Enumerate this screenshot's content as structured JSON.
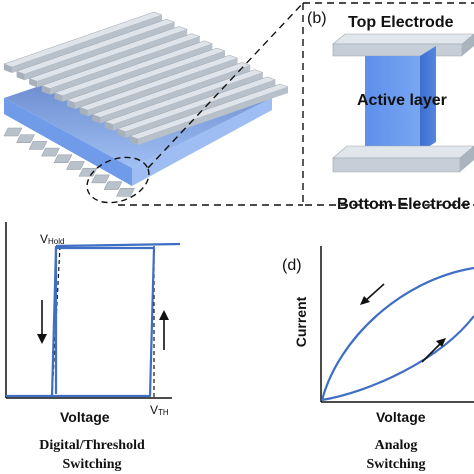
{
  "panel_b": {
    "label": "(b)",
    "top_electrode": "Top Electrode",
    "active_layer": "Active layer",
    "bottom_electrode": "Bottom Electrode"
  },
  "panel_c": {
    "v_hold_main": "V",
    "v_hold_sub": "Hold",
    "v_th_main": "V",
    "v_th_sub": "TH",
    "xlabel": "Voltage",
    "caption_line1": "Digital/Threshold",
    "caption_line2": "Switching"
  },
  "panel_d": {
    "label": "(d)",
    "ylabel": "Current",
    "xlabel": "Voltage",
    "caption_line1": "Analog",
    "caption_line2": "Switching"
  },
  "colors": {
    "curve": "#3f6fc4",
    "active_layer": "#5b8fe8",
    "electrode": "#c9d1d9"
  }
}
